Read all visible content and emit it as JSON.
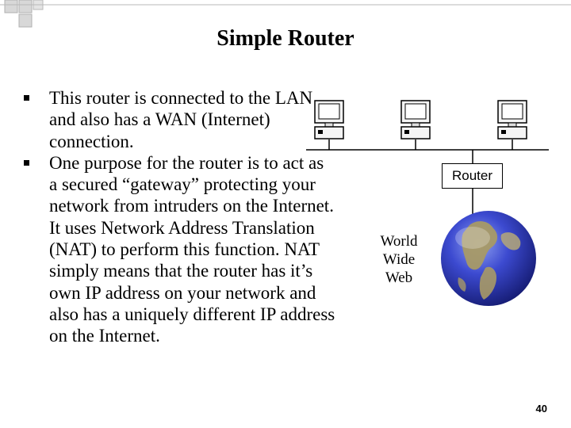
{
  "slide": {
    "title": "Simple Router",
    "bullets": [
      "This router is connected to the LAN and also has a WAN (Internet) connection.",
      "One purpose for the router is to act as a secured “gateway” protecting your network from intruders on the Internet. It uses Network Address Translation (NAT) to perform this function. NAT simply means that the router has it’s own IP address on your network and also has a uniquely different IP address on the Internet."
    ],
    "page_number": "40"
  },
  "diagram": {
    "router_label": "Router",
    "internet_label": "World\nWide\nWeb",
    "computers": [
      "computer-icon",
      "computer-icon",
      "computer-icon"
    ],
    "globe_icon": "globe-icon",
    "colors": {
      "corner_squares": "#d8d8d8",
      "corner_line": "#b8b8b8",
      "globe_ocean": "#2e3ab4",
      "globe_land": "#a09060",
      "monitor_screen": "#ffffff"
    }
  }
}
